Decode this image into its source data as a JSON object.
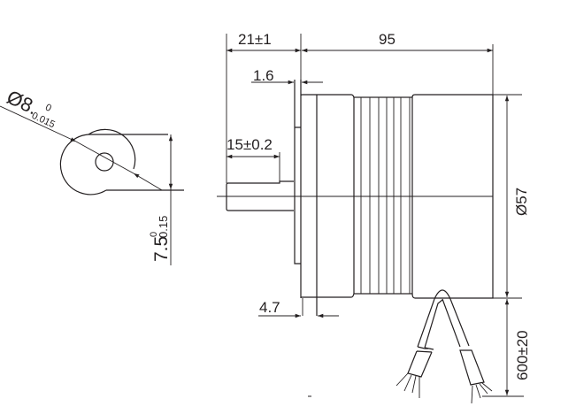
{
  "shaft_section": {
    "diameter_label": "Ø8.",
    "diameter_tol_upper": "0",
    "diameter_tol_lower": "0.015",
    "flat_label": "7.5",
    "flat_tol_upper": "0",
    "flat_tol_lower": "0.15"
  },
  "side_view": {
    "shaft_length": "21±1",
    "body_length": "95",
    "flange_thickness": "1.6",
    "flat_length": "15±0.2",
    "front_step": "4.7",
    "body_diameter": "Ø57",
    "lead_length": "600±20"
  },
  "colors": {
    "line": "#231f20",
    "background": "#ffffff"
  }
}
